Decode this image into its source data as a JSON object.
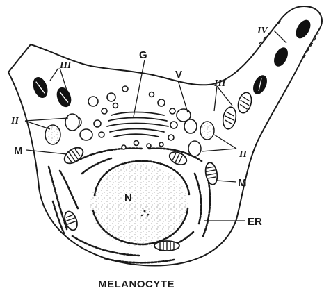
{
  "diagram": {
    "caption": "MELANOCYTE",
    "labels": {
      "golgi": "G",
      "vesicle": "V",
      "nucleus": "N",
      "endoplasmic_reticulum": "ER",
      "mitochondria_left": "M",
      "mitochondria_right": "M",
      "stage_ii_left": "II",
      "stage_ii_right": "II",
      "stage_iii_left": "III",
      "stage_iii_right": "III",
      "stage_iv": "IV"
    },
    "colors": {
      "ink": "#1a1a1a",
      "background": "#ffffff",
      "melanin": "#111111"
    }
  }
}
